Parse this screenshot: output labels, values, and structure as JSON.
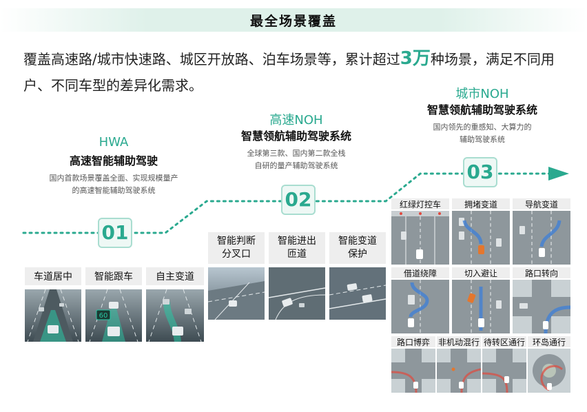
{
  "header": {
    "title": "最全场景覆盖"
  },
  "intro": {
    "before": "覆盖高速路/城市快速路、城区开放路、泊车场景等，累计超过",
    "highlight": "3万",
    "after": "种场景，满足不同用户、不同车型的差异化需求。"
  },
  "stages": [
    {
      "number": "01",
      "name": "HWA",
      "subtitle": "高速智能辅助驾驶",
      "desc_line1": "国内首款场景覆盖全面、实现规模量产",
      "desc_line2": "的高速智能辅助驾驶系统",
      "scenes": [
        "车道居中",
        "智能跟车",
        "自主变道"
      ]
    },
    {
      "number": "02",
      "name": "高速NOH",
      "subtitle": "智慧领航辅助驾驶系统",
      "desc_line1": "全球第三款、国内第二款全栈",
      "desc_line2": "自研的量产辅助驾驶系统",
      "scenes": [
        "智能判断\n分叉口",
        "智能进出\n匝道",
        "智能变道\n保护"
      ]
    },
    {
      "number": "03",
      "name": "城市NOH",
      "subtitle": "智慧领航辅助驾驶系统",
      "desc_line1": "国内领先的重感知、大算力的",
      "desc_line2": "辅助驾驶系统",
      "scenes": [
        "红绿灯控车",
        "拥堵变道",
        "导航变道",
        "借道绕障",
        "切入避让",
        "路口转向",
        "路口博弈",
        "非机动混行",
        "待转区通行",
        "环岛通行"
      ]
    }
  ],
  "speed_sign": "60",
  "colors": {
    "accent": "#2aa98f",
    "dotted_line": "#2aa98f",
    "label_bg": "#eeeeee"
  },
  "icons": {
    "arrow": "arrow-right-icon"
  }
}
